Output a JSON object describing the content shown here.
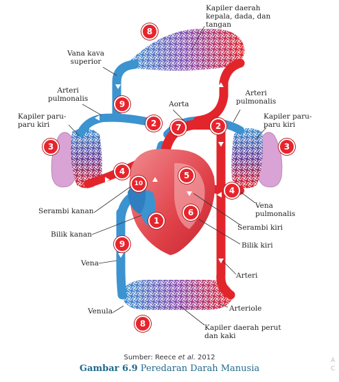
{
  "labels": {
    "kapiler_kepala": "Kapiler daerah\nkepala, dada, dan\ntangan",
    "vena_kava": "Vana kava\nsuperior",
    "arteri_pulm_kiri": "Arteri\npulmonalis",
    "arteri_pulm_kanan": "Arteri\npulmonalis",
    "aorta": "Aorta",
    "kapiler_paru_kiri": "Kapiler paru-\nparu kiri",
    "kapiler_paru_kanan": "Kapiler paru-\nparu kiri",
    "vena_pulmonalis": "Vena\npulmonalis",
    "serambi_kanan": "Serambi kanan",
    "serambi_kiri": "Serambi kiri",
    "bilik_kanan": "Bilik kanan",
    "bilik_kiri": "Bilik kiri",
    "vena": "Vena",
    "arteri": "Arteri",
    "venula": "Venula",
    "arteriole": "Arteriole",
    "kapiler_perut": "Kapiler daerah perut\ndan kaki"
  },
  "numbers": {
    "top_8": "8",
    "bottom_8": "8",
    "left_9": "9",
    "lower_9": "9",
    "left_2": "2",
    "right_2": "2",
    "seven": "7",
    "left_3": "3",
    "right_3": "3",
    "left_4": "4",
    "right_4": "4",
    "five": "5",
    "six": "6",
    "ten": "10",
    "one": "1"
  },
  "source": {
    "prefix": "Sumber: Reece ",
    "italic": "et al.",
    "suffix": " 2012"
  },
  "caption": {
    "prefix": "Gambar 6.9",
    "text": " Peredaran Darah Manusia"
  },
  "edge_mark": "A\nC",
  "colors": {
    "vein_blue": "#3b93d0",
    "artery_red": "#e2252b",
    "lung_pink": "#d9a3d6",
    "heart_red": "#d9323a",
    "marker_red": "#e8242c",
    "caption_blue": "#1f6a8a"
  }
}
